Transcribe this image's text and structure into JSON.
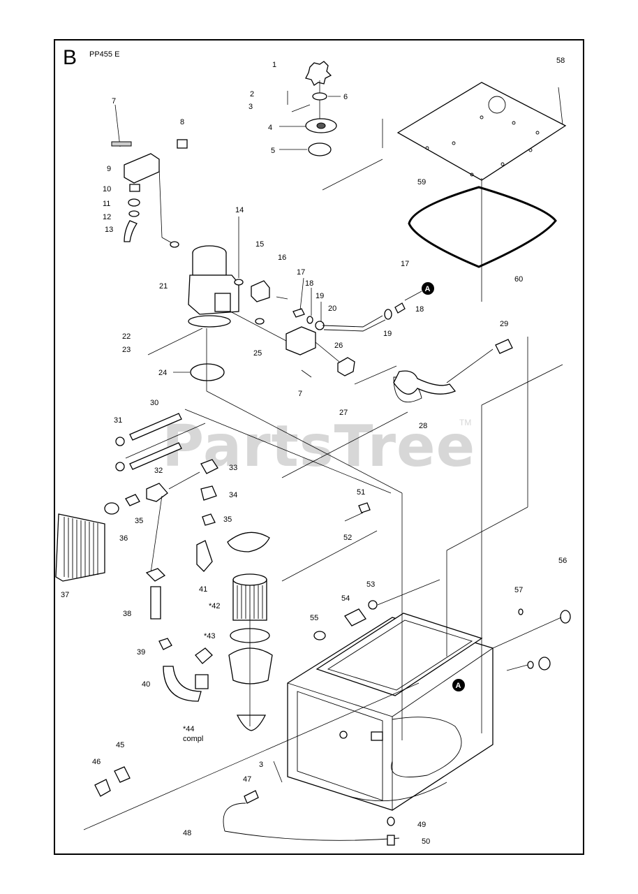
{
  "section": "B",
  "model": "PP455 E",
  "watermark": "PartsTree",
  "watermark_tm": "TM",
  "marker": "A",
  "labels": [
    {
      "id": "1",
      "t": "1"
    },
    {
      "id": "2",
      "t": "2"
    },
    {
      "id": "3a",
      "t": "3"
    },
    {
      "id": "4",
      "t": "4"
    },
    {
      "id": "5",
      "t": "5"
    },
    {
      "id": "6",
      "t": "6"
    },
    {
      "id": "7a",
      "t": "7"
    },
    {
      "id": "8",
      "t": "8"
    },
    {
      "id": "9",
      "t": "9"
    },
    {
      "id": "10",
      "t": "10"
    },
    {
      "id": "11",
      "t": "11"
    },
    {
      "id": "12",
      "t": "12"
    },
    {
      "id": "13",
      "t": "13"
    },
    {
      "id": "14",
      "t": "14"
    },
    {
      "id": "15",
      "t": "15"
    },
    {
      "id": "16",
      "t": "16"
    },
    {
      "id": "17a",
      "t": "17"
    },
    {
      "id": "17b",
      "t": "17"
    },
    {
      "id": "18a",
      "t": "18"
    },
    {
      "id": "18b",
      "t": "18"
    },
    {
      "id": "19a",
      "t": "19"
    },
    {
      "id": "19b",
      "t": "19"
    },
    {
      "id": "20",
      "t": "20"
    },
    {
      "id": "21",
      "t": "21"
    },
    {
      "id": "22",
      "t": "22"
    },
    {
      "id": "23",
      "t": "23"
    },
    {
      "id": "24",
      "t": "24"
    },
    {
      "id": "25",
      "t": "25"
    },
    {
      "id": "26",
      "t": "26"
    },
    {
      "id": "7b",
      "t": "7"
    },
    {
      "id": "27",
      "t": "27"
    },
    {
      "id": "28",
      "t": "28"
    },
    {
      "id": "29",
      "t": "29"
    },
    {
      "id": "30",
      "t": "30"
    },
    {
      "id": "31",
      "t": "31"
    },
    {
      "id": "32",
      "t": "32"
    },
    {
      "id": "33",
      "t": "33"
    },
    {
      "id": "34",
      "t": "34"
    },
    {
      "id": "35a",
      "t": "35"
    },
    {
      "id": "35b",
      "t": "35"
    },
    {
      "id": "36",
      "t": "36"
    },
    {
      "id": "37",
      "t": "37"
    },
    {
      "id": "38",
      "t": "38"
    },
    {
      "id": "39",
      "t": "39"
    },
    {
      "id": "40",
      "t": "40"
    },
    {
      "id": "41",
      "t": "41"
    },
    {
      "id": "42",
      "t": "*42"
    },
    {
      "id": "43",
      "t": "*43"
    },
    {
      "id": "44",
      "t": "*44"
    },
    {
      "id": "44b",
      "t": "compl"
    },
    {
      "id": "45",
      "t": "45"
    },
    {
      "id": "46",
      "t": "46"
    },
    {
      "id": "47",
      "t": "47"
    },
    {
      "id": "3b",
      "t": "3"
    },
    {
      "id": "48",
      "t": "48"
    },
    {
      "id": "49",
      "t": "49"
    },
    {
      "id": "50",
      "t": "50"
    },
    {
      "id": "51",
      "t": "51"
    },
    {
      "id": "52",
      "t": "52"
    },
    {
      "id": "53",
      "t": "53"
    },
    {
      "id": "54",
      "t": "54"
    },
    {
      "id": "55",
      "t": "55"
    },
    {
      "id": "56",
      "t": "56"
    },
    {
      "id": "57",
      "t": "57"
    },
    {
      "id": "58",
      "t": "58"
    },
    {
      "id": "59",
      "t": "59"
    },
    {
      "id": "60",
      "t": "60"
    }
  ]
}
